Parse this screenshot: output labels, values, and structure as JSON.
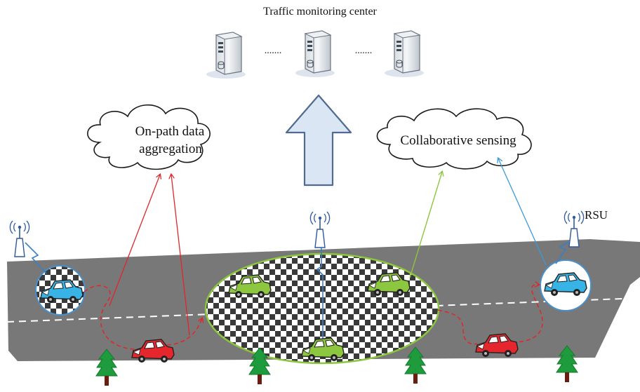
{
  "title": "Traffic monitoring center",
  "server_gap_dots": ".......",
  "clouds": {
    "left": {
      "line1": "On-path data",
      "line2": "aggregation"
    },
    "right": {
      "line1": "Collaborative sensing"
    }
  },
  "rsu_label": "RSU",
  "colors": {
    "road": "#787878",
    "dash": "#ffffff",
    "red_link": "#e0262a",
    "green_link": "#8cc63f",
    "blue_link": "#3a9ad9",
    "green_ellipse": "#8cc63f",
    "blue_circle": "#4a90c8",
    "car_blue": "#38b3e6",
    "car_green": "#8dc63f",
    "car_red": "#e5262c",
    "tree": "#1e9b3c",
    "arrow_fill": "#dbe6f4",
    "arrow_stroke": "#4f6b8f"
  }
}
